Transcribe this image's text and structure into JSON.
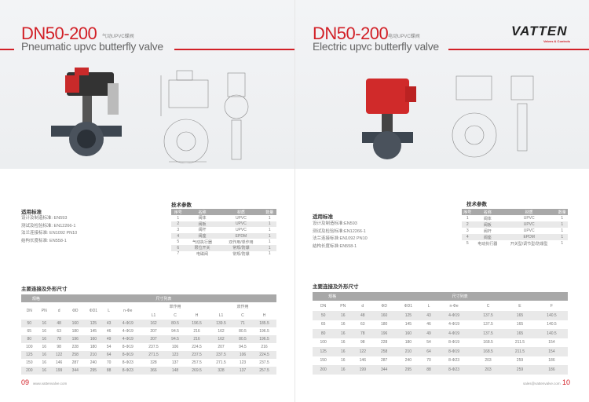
{
  "left": {
    "title": "DN50-200",
    "subtitle_cn": "气动UPVC蝶阀",
    "subtitle_en": "Pneumatic upvc butterfly valve",
    "standards_title": "适用标准",
    "standards": [
      "设计及制造标准: EN593",
      "测试及检验标准: EN12266-1",
      "法兰连接标准: EN1092 PN10",
      "结构长度标准: EN558-1"
    ],
    "tech_title": "技术参数",
    "tech_headers": [
      "序号",
      "名称",
      "材质",
      "数量"
    ],
    "tech_rows": [
      [
        "1",
        "阀体",
        "UPVC",
        "1"
      ],
      [
        "2",
        "阀板",
        "UPVC",
        "1"
      ],
      [
        "3",
        "阀杆",
        "UPVC",
        "1"
      ],
      [
        "4",
        "阀座",
        "EPDM",
        "1"
      ],
      [
        "5",
        "气动执行器",
        "双作用/单作用",
        "1"
      ],
      [
        "6",
        "限位开关",
        "常规/防爆",
        "1"
      ],
      [
        "7",
        "电磁阀",
        "常规/防爆",
        "1"
      ]
    ],
    "dim_title": "主要连接及外形尺寸",
    "dim_group_headers": [
      "规格",
      "尺寸列表"
    ],
    "dim_sub_groups": [
      "单作用",
      "双作用"
    ],
    "dim_headers": [
      "DN",
      "PN",
      "d",
      "ΦD",
      "ΦD1",
      "L",
      "n-Φe",
      "L1",
      "C",
      "H",
      "L1",
      "C",
      "H"
    ],
    "dim_rows": [
      [
        "50",
        "16",
        "48",
        "160",
        "125",
        "43",
        "4-Φ19",
        "162",
        "80.5",
        "196.5",
        "139.5",
        "71",
        "185.5"
      ],
      [
        "65",
        "16",
        "63",
        "180",
        "145",
        "46",
        "4-Φ19",
        "207",
        "94.5",
        "216",
        "162",
        "80.5",
        "196.5"
      ],
      [
        "80",
        "16",
        "78",
        "196",
        "160",
        "49",
        "4-Φ19",
        "207",
        "94.5",
        "216",
        "162",
        "80.5",
        "196.5"
      ],
      [
        "100",
        "16",
        "98",
        "228",
        "180",
        "54",
        "8-Φ19",
        "237.5",
        "106",
        "224.5",
        "207",
        "94.5",
        "216"
      ],
      [
        "125",
        "16",
        "122",
        "258",
        "210",
        "64",
        "8-Φ19",
        "271.5",
        "123",
        "237.5",
        "237.5",
        "106",
        "224.5"
      ],
      [
        "150",
        "16",
        "146",
        "287",
        "240",
        "70",
        "8-Φ23",
        "328",
        "137",
        "257.5",
        "271.5",
        "123",
        "237.5"
      ],
      [
        "200",
        "16",
        "199",
        "344",
        "295",
        "88",
        "8-Φ23",
        "366",
        "148",
        "269.5",
        "328",
        "137",
        "257.5"
      ]
    ],
    "page_number": "09",
    "website": "www.vattenvalve.com"
  },
  "right": {
    "title": "DN50-200",
    "subtitle_cn": "电动UPVC蝶阀",
    "subtitle_en": "Electric upvc butterfly valve",
    "logo_text": "VATTEN",
    "logo_tagline": "Valves & Controls",
    "standards_title": "适用标准",
    "standards": [
      "设计及制造标准:EN593",
      "测试及检验标准:EN12266-1",
      "法兰连接标准:EN1092 PN10",
      "结构长度标准:EN558-1"
    ],
    "tech_title": "技术参数",
    "tech_headers": [
      "序号",
      "名称",
      "材质",
      "数量"
    ],
    "tech_rows": [
      [
        "1",
        "阀体",
        "UPVC",
        "1"
      ],
      [
        "2",
        "阀板",
        "UPVC",
        "1"
      ],
      [
        "3",
        "阀杆",
        "UPVC",
        "1"
      ],
      [
        "4",
        "阀座",
        "EPDM",
        "1"
      ],
      [
        "5",
        "电动执行器",
        "开关型/调节型/防爆型",
        "1"
      ]
    ],
    "dim_title": "主要连接及外形尺寸",
    "dim_group_headers": [
      "规格",
      "尺寸列表"
    ],
    "dim_headers": [
      "DN",
      "PN",
      "d",
      "ΦD",
      "ΦD1",
      "L",
      "n-Φe",
      "C",
      "E",
      "F"
    ],
    "dim_rows": [
      [
        "50",
        "16",
        "48",
        "160",
        "125",
        "43",
        "4-Φ19",
        "137.5",
        "165",
        "140.5"
      ],
      [
        "65",
        "16",
        "63",
        "180",
        "145",
        "46",
        "4-Φ19",
        "137.5",
        "165",
        "140.5"
      ],
      [
        "80",
        "16",
        "78",
        "196",
        "160",
        "49",
        "4-Φ19",
        "137.5",
        "165",
        "140.5"
      ],
      [
        "100",
        "16",
        "98",
        "228",
        "180",
        "54",
        "8-Φ19",
        "168.5",
        "211.5",
        "154"
      ],
      [
        "125",
        "16",
        "122",
        "258",
        "210",
        "64",
        "8-Φ19",
        "168.5",
        "211.5",
        "154"
      ],
      [
        "150",
        "16",
        "146",
        "287",
        "240",
        "70",
        "8-Φ23",
        "203",
        "259",
        "186"
      ],
      [
        "200",
        "16",
        "199",
        "344",
        "295",
        "88",
        "8-Φ23",
        "203",
        "259",
        "186"
      ]
    ],
    "page_number": "10",
    "email": "sales@vattenvalve.com"
  },
  "colors": {
    "brand_red": "#d22027",
    "header_gray": "#a8a8a8",
    "stripe": "#e9e9e9"
  }
}
